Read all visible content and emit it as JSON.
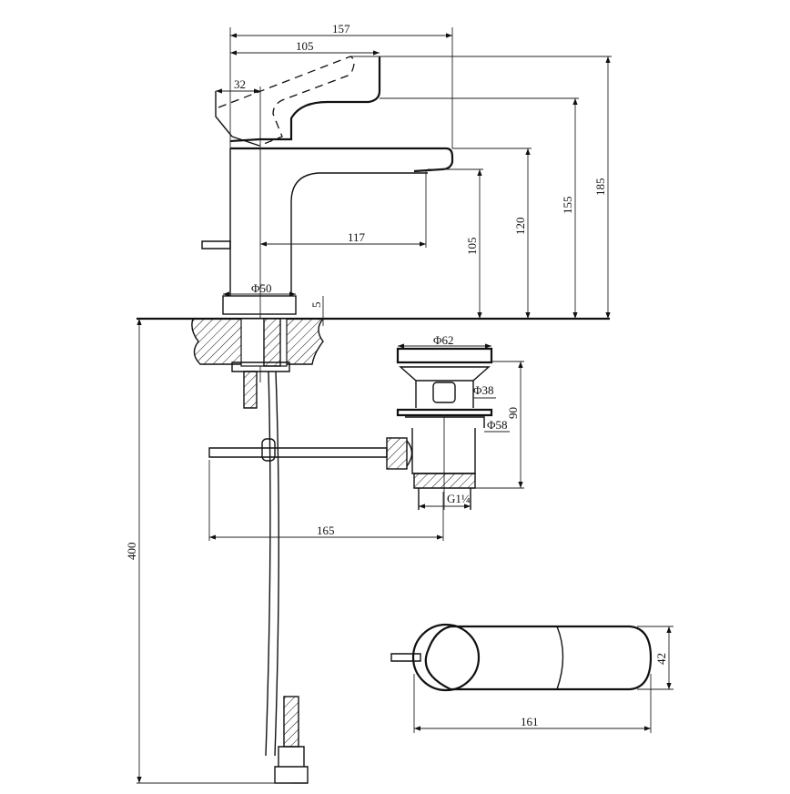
{
  "title": "Basin mixer technical drawing",
  "dimensions": {
    "overall_depth": "157",
    "handle_reach": "105",
    "handle_offset": "32",
    "overall_height": "185",
    "handle_height": "155",
    "body_height": "120",
    "spout_height": "105",
    "spout_reach": "117",
    "base_diameter": "Φ50",
    "base_thickness": "5",
    "drain_flange": "Φ62",
    "drain_inner": "Φ38",
    "drain_height": "90",
    "drain_body": "Φ58",
    "drain_thread": "G1¼",
    "rod_length": "165",
    "hose_length": "400",
    "top_width": "42",
    "top_length": "161"
  }
}
